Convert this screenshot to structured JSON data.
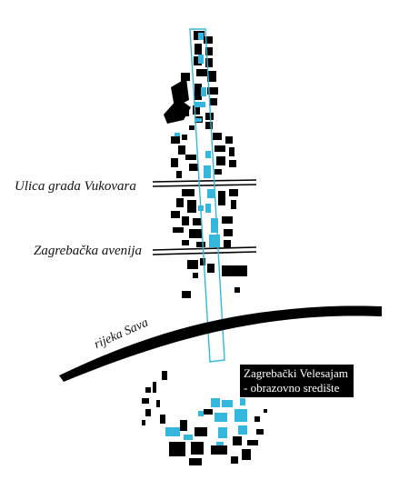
{
  "labels": {
    "street_1": "Ulica grada Vukovara",
    "street_2": "Zagrebačka avenija",
    "river": "rijeka Sava",
    "callout_line_1": "Zagrebački Velesajam",
    "callout_line_2": "- obrazovno središte"
  },
  "colors": {
    "building": "#000000",
    "highlight": "#35b6dd",
    "axis_outline": "#35b6dd",
    "river": "#000000",
    "background": "#ffffff"
  }
}
